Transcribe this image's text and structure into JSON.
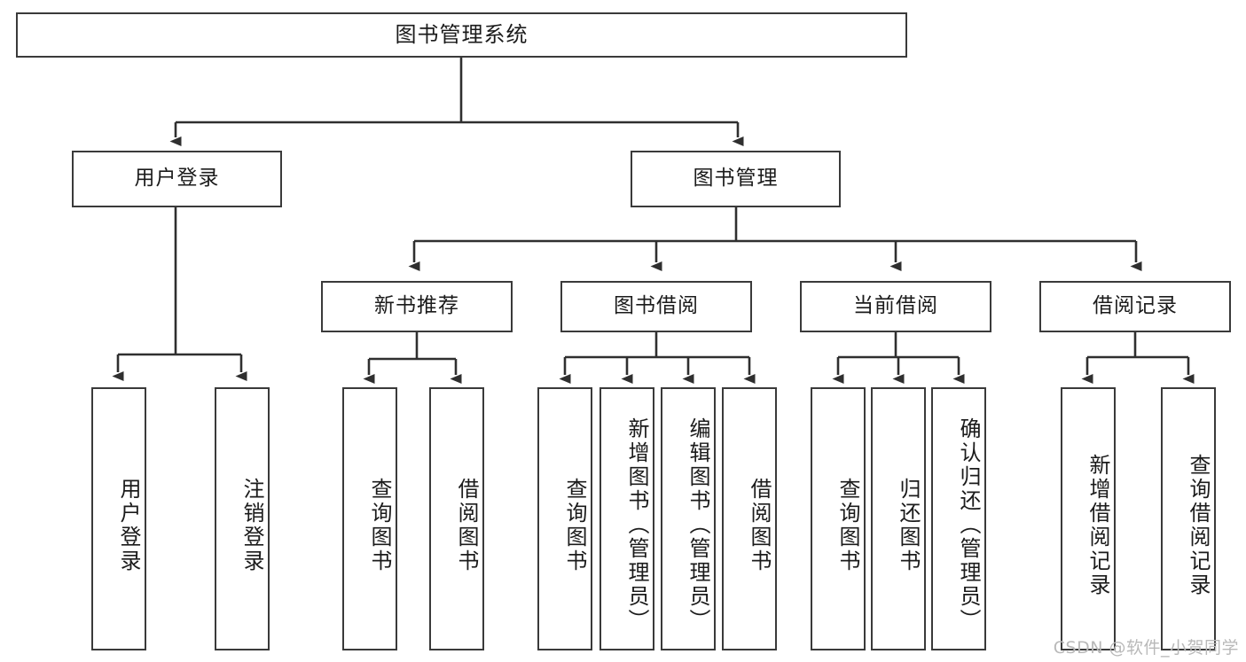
{
  "diagram": {
    "type": "tree-hierarchy",
    "title": "图书管理系统",
    "root": {
      "id": "root",
      "label": "图书管理系统"
    },
    "level2": [
      {
        "id": "user-login",
        "label": "用户登录"
      },
      {
        "id": "book-management",
        "label": "图书管理"
      }
    ],
    "level3": [
      {
        "id": "new-book-recommend",
        "label": "新书推荐"
      },
      {
        "id": "book-borrow",
        "label": "图书借阅"
      },
      {
        "id": "current-borrow",
        "label": "当前借阅"
      },
      {
        "id": "borrow-record",
        "label": "借阅记录"
      }
    ],
    "leaves": {
      "user_login": [
        {
          "id": "leaf-user-login",
          "label": "用户登录"
        },
        {
          "id": "leaf-logout-login",
          "label": "注销登录"
        }
      ],
      "new_book_recommend": [
        {
          "id": "leaf-query-book-1",
          "label": "查询图书"
        },
        {
          "id": "leaf-borrow-book-1",
          "label": "借阅图书"
        }
      ],
      "book_borrow": [
        {
          "id": "leaf-query-book-2",
          "label": "查询图书"
        },
        {
          "id": "leaf-add-book",
          "label": "新增图书（管理员）"
        },
        {
          "id": "leaf-edit-book",
          "label": "编辑图书（管理员）"
        },
        {
          "id": "leaf-borrow-book-2",
          "label": "借阅图书"
        }
      ],
      "current_borrow": [
        {
          "id": "leaf-query-book-3",
          "label": "查询图书"
        },
        {
          "id": "leaf-return-book",
          "label": "归还图书"
        },
        {
          "id": "leaf-confirm-return",
          "label": "确认归还（管理员）"
        }
      ],
      "borrow_record": [
        {
          "id": "leaf-add-record",
          "label": "新增借阅记录"
        },
        {
          "id": "leaf-query-record",
          "label": "查询借阅记录"
        }
      ]
    }
  },
  "watermark": {
    "text": "CSDN @软件_小贺同学"
  },
  "colors": {
    "box_border": "#3a3a3a",
    "box_fill": "#ffffff",
    "edge": "#2f2f2f",
    "text": "#1b1b1b",
    "watermark": "#b9b9b9",
    "background": "#ffffff"
  }
}
